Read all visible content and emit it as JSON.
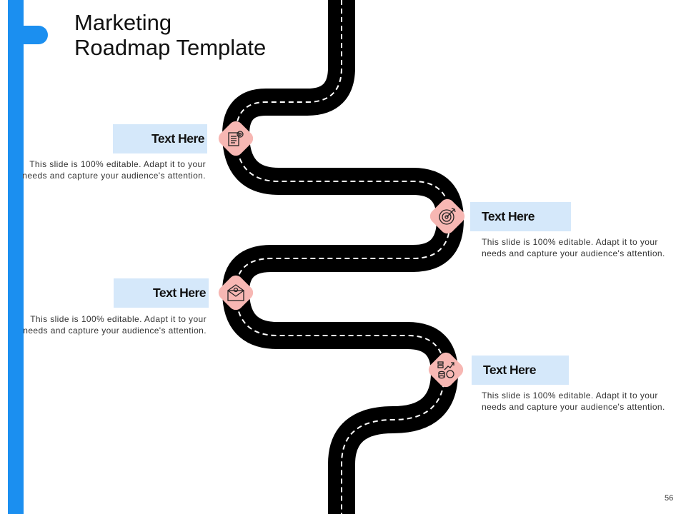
{
  "slide": {
    "title_line1": "Marketing",
    "title_line2": "Roadmap Template",
    "page_number": "56"
  },
  "colors": {
    "accent_blue": "#1b8ff0",
    "label_bg": "#d5e8fa",
    "badge_pink": "#f7b7b3",
    "road": "#000000"
  },
  "steps": [
    {
      "label": "Text Here",
      "description": "This slide is 100% editable. Adapt it to your needs and capture your audience's attention.",
      "icon": "document-gear-icon"
    },
    {
      "label": "Text Here",
      "description": "This slide is 100% editable. Adapt it to your needs and capture your audience's attention.",
      "icon": "target-arrow-icon"
    },
    {
      "label": "Text Here",
      "description": "This slide is 100% editable. Adapt it to your needs and capture your audience's attention.",
      "icon": "email-envelope-icon"
    },
    {
      "label": "Text Here",
      "description": "This slide is 100% editable. Adapt it to your needs and capture your audience's attention.",
      "icon": "growth-coins-icon"
    }
  ]
}
